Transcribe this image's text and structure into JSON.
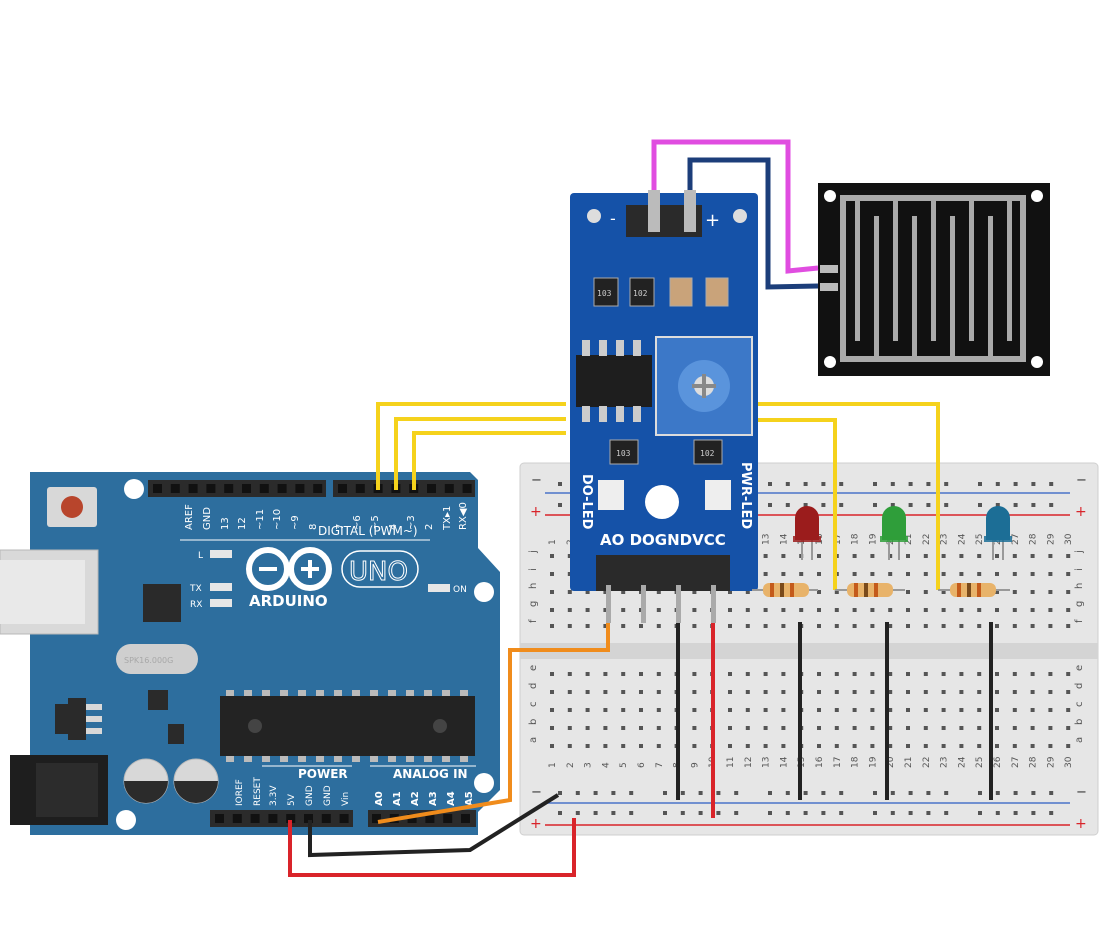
{
  "arduino": {
    "brand": "ARDUINO",
    "model": "UNO",
    "digital_header": "DIGITAL (PWM~)",
    "digital_pins": [
      "AREF",
      "GND",
      "13",
      "12",
      "~11",
      "~10",
      "~9",
      "8",
      "7",
      "~6",
      "~5",
      "4",
      "~3",
      "2",
      "TX▸1",
      "RX◀0"
    ],
    "power_header": "POWER",
    "power_pins": [
      "IOREF",
      "RESET",
      "3.3V",
      "5V",
      "GND",
      "GND",
      "Vin"
    ],
    "analog_header": "ANALOG IN",
    "analog_pins": [
      "A0",
      "A1",
      "A2",
      "A3",
      "A4",
      "A5"
    ],
    "led_l": "L",
    "led_tx": "TX",
    "led_rx": "RX",
    "led_on": "ON",
    "crystal": "SPK16.000G",
    "board_color": "#2d6e9e"
  },
  "sensor_module": {
    "pin_labels": "AO DOGNDVCC",
    "led_do": "DO-LED",
    "led_pwr": "PWR-LED",
    "resistor_1": "103",
    "resistor_2": "102",
    "resistor_3": "103",
    "resistor_4": "102",
    "plus_sign": "+",
    "minus_sign": "-",
    "pcb_color": "#1552a8"
  },
  "breadboard": {
    "rail_minus": "−",
    "rail_plus": "+",
    "col_numbers": [
      "1",
      "2",
      "3",
      "4",
      "5",
      "6",
      "7",
      "8",
      "9",
      "10",
      "11",
      "12",
      "13",
      "14",
      "15",
      "16",
      "17",
      "18",
      "19",
      "20",
      "21",
      "22",
      "23",
      "24",
      "25",
      "26",
      "27",
      "28",
      "29",
      "30"
    ],
    "rows_top": [
      "j",
      "i",
      "h",
      "g",
      "f"
    ],
    "rows_bottom": [
      "e",
      "d",
      "c",
      "b",
      "a"
    ]
  },
  "leds": [
    {
      "color": "red",
      "hex": "#9b1c1c"
    },
    {
      "color": "green",
      "hex": "#2f9e3a"
    },
    {
      "color": "blue",
      "hex": "#1c6e96"
    }
  ],
  "wire_colors": {
    "signal": "#f5d21c",
    "analog": "#f08c1c",
    "ground": "#222222",
    "power": "#d9242a",
    "probe_a": "#e04de0",
    "probe_b": "#1c3e7a"
  }
}
